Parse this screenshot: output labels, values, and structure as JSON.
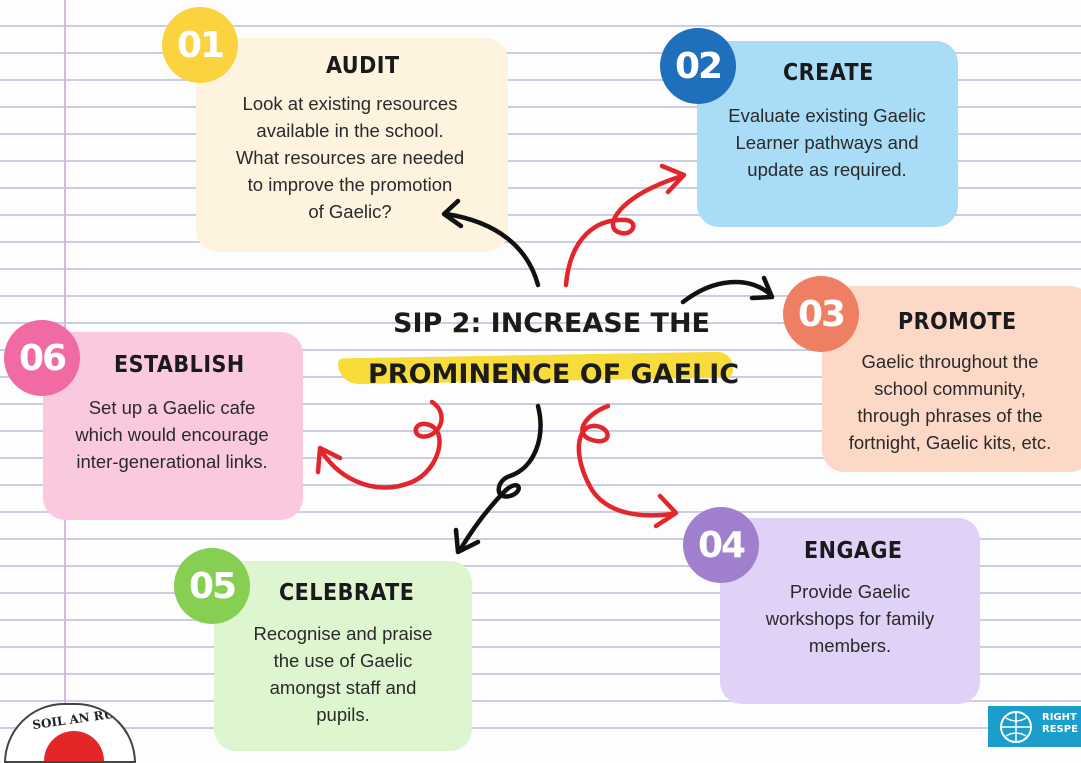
{
  "center": {
    "line1": "SIP 2: INCREASE THE",
    "line2": "PROMINENCE OF GAELIC"
  },
  "steps": [
    {
      "number": "01",
      "title": "AUDIT",
      "lines": [
        "Look at existing resources",
        "available in the school.",
        "What resources are needed",
        "to improve the promotion",
        "of Gaelic?"
      ],
      "badge_color": "#fbd33f",
      "card_color": "#fdf3df"
    },
    {
      "number": "02",
      "title": "CREATE",
      "lines": [
        "Evaluate existing Gaelic",
        "Learner pathways and",
        "update as required."
      ],
      "badge_color": "#1f6fbd",
      "card_color": "#a8dcf7"
    },
    {
      "number": "03",
      "title": "PROMOTE",
      "lines": [
        "Gaelic throughout the",
        "school community,",
        "through phrases of the",
        "fortnight, Gaelic kits, etc."
      ],
      "badge_color": "#ef7f63",
      "card_color": "#fcd9c7"
    },
    {
      "number": "04",
      "title": "ENGAGE",
      "lines": [
        "Provide Gaelic",
        "workshops for family",
        "members."
      ],
      "badge_color": "#a17fcf",
      "card_color": "#e0d1f7"
    },
    {
      "number": "05",
      "title": "CELEBRATE",
      "lines": [
        "Recognise and praise",
        "the use of Gaelic",
        "amongst staff and",
        "pupils."
      ],
      "badge_color": "#86cf52",
      "card_color": "#ddf6cf"
    },
    {
      "number": "06",
      "title": "ESTABLISH",
      "lines": [
        "Set up a Gaelic cafe",
        "which would encourage",
        "inter-generational links."
      ],
      "badge_color": "#f06aa4",
      "card_color": "#fbc9df"
    }
  ],
  "logos": {
    "school": "SOIL AN RUBH",
    "rights": [
      "RIGHT",
      "RESPE"
    ]
  },
  "colors": {
    "arrow_black": "#111111",
    "arrow_red": "#e3262b",
    "highlight": "#f7dc3b"
  }
}
